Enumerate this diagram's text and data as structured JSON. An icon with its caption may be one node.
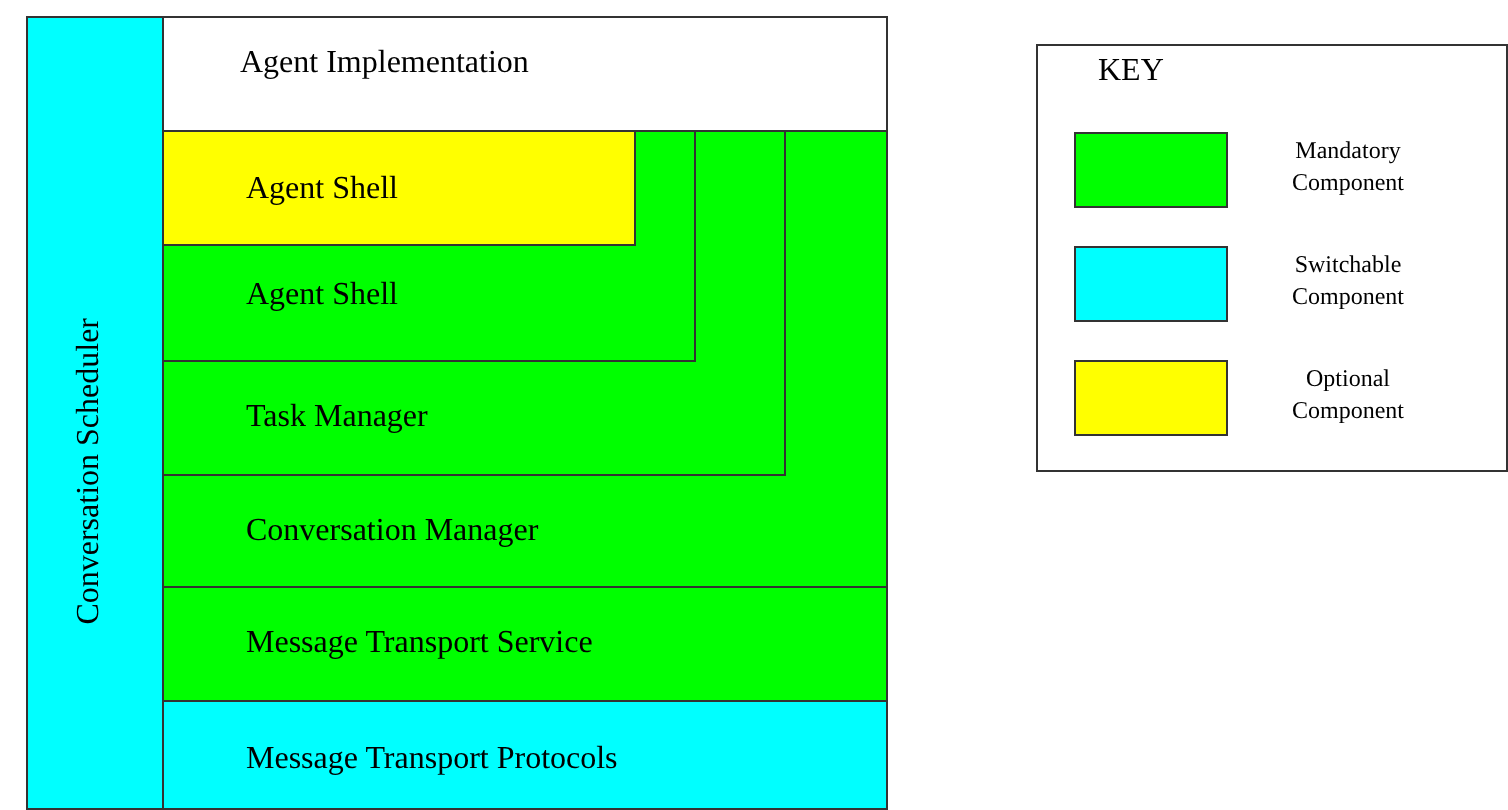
{
  "diagram": {
    "nodes": [
      {
        "text": [
          "Conversation Scheduler"
        ]
      },
      {
        "text": [
          "Agent Implementation"
        ]
      },
      {
        "text": [
          "Conversation Manager"
        ]
      },
      {
        "text": [
          "Task Manager"
        ],
        "in": 2
      },
      {
        "text": [
          "Agent Shell"
        ],
        "in": 3
      },
      {
        "text": [
          "Agent Shell"
        ],
        "in": 4
      },
      {
        "text": [
          "Message Transport Service"
        ]
      },
      {
        "text": [
          "Message Transport Protocols"
        ]
      }
    ],
    "labels": [
      "KEY"
    ],
    "legend": [
      {
        "text": "Mandatory Component",
        "color": "#00ff00"
      },
      {
        "text": "Switchable Component",
        "color": "#00ffff"
      },
      {
        "text": "Optional Component",
        "color": "#ffff00"
      }
    ]
  }
}
